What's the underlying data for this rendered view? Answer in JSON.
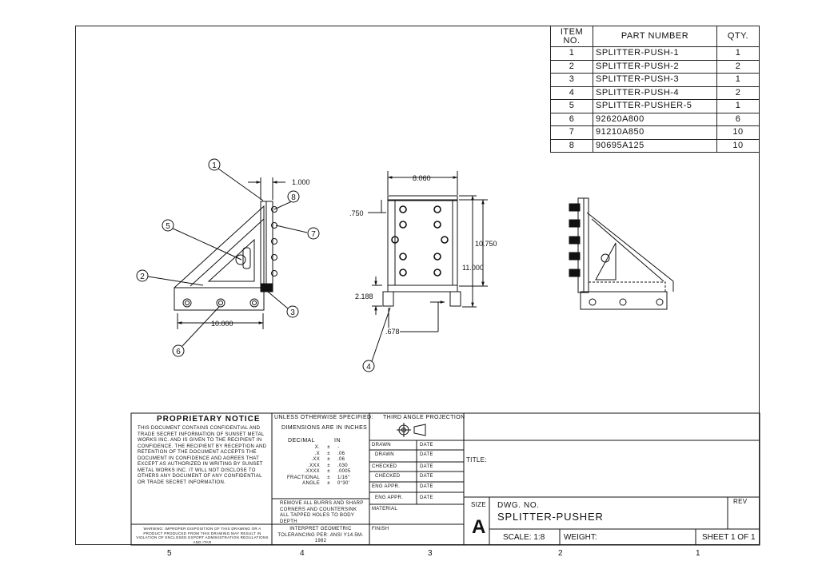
{
  "bom": {
    "headers": {
      "item": "ITEM NO.",
      "part": "PART NUMBER",
      "qty": "QTY."
    },
    "rows": [
      {
        "item": "1",
        "part": "SPLITTER-PUSH-1",
        "qty": "1"
      },
      {
        "item": "2",
        "part": "SPLITTER-PUSH-2",
        "qty": "2"
      },
      {
        "item": "3",
        "part": "SPLITTER-PUSH-3",
        "qty": "1"
      },
      {
        "item": "4",
        "part": "SPLITTER-PUSH-4",
        "qty": "2"
      },
      {
        "item": "5",
        "part": "SPLITTER-PUSHER-5",
        "qty": "1"
      },
      {
        "item": "6",
        "part": "92620A800",
        "qty": "6"
      },
      {
        "item": "7",
        "part": "91210A850",
        "qty": "10"
      },
      {
        "item": "8",
        "part": "90695A125",
        "qty": "10"
      }
    ]
  },
  "dims": {
    "d1": "1.000",
    "d2": "10.000",
    "d3": "8.060",
    "d4": ".750",
    "d5": "10.750",
    "d6": "11.000",
    "d7": "2.188",
    "d8": ".678"
  },
  "balloons": {
    "b1": "1",
    "b2": "2",
    "b3": "3",
    "b4": "4",
    "b5": "5",
    "b6": "6",
    "b7": "7",
    "b8": "8"
  },
  "zones": [
    "5",
    "4",
    "3",
    "2",
    "1"
  ],
  "title_block": {
    "notice_title": "PROPRIETARY NOTICE",
    "notice_lines": [
      "THIS DOCUMENT CONTAINS CONFIDENTIAL AND",
      "TRADE SECRET INFORMATION OF SUNSET METAL",
      "WORKS INC. AND IS GIVEN TO THE RECIPIENT IN",
      "CONFIDENCE. THE RECIPIENT BY RECEPTION AND",
      "RETENTION OF THE DOCUMENT ACCEPTS THE",
      "DOCUMENT IN CONFIDENCE AND AGREES THAT",
      "EXCEPT AS AUTHORIZED IN WRITING BY SUNSET",
      "METAL WORKS INC. IT WILL NOT DISCLOSE TO",
      "OTHERS ANY DOCUMENT OF ANY CONFIDENTIAL",
      "OR TRADE SECRET INFORMATION."
    ],
    "warning": "WARNING: IMPROPER DISPOSITION OF THIS DRAWING OR A PRODUCT PRODUCED FROM THIS DRAWING MAY RESULT IN VIOLATION OF ENCLOSED EXPORT ADMINISTRATION REGULATIONS AND ITAR",
    "unless": "UNLESS OTHERWISE SPECIFIED:",
    "dims_in": "DIMENSIONS ARE IN INCHES",
    "tol_header": {
      "decimal": "DECIMAL",
      "in": "IN"
    },
    "tolerances": [
      {
        "k": "X.",
        "pm": "±",
        "v": "-"
      },
      {
        "k": ".X",
        "pm": "±",
        "v": ".06"
      },
      {
        "k": ".XX",
        "pm": "±",
        "v": ".06"
      },
      {
        "k": ".XXX",
        "pm": "±",
        "v": ".030"
      },
      {
        "k": ".XXXX",
        "pm": "±",
        "v": ".0005"
      },
      {
        "k": "FRACTIONAL",
        "pm": "±",
        "v": "1/16\""
      },
      {
        "k": "ANGLE",
        "pm": "±",
        "v": "0°30'"
      }
    ],
    "burrs": "REMOVE ALL BURRS AND SHARP CORNERS AND COUNTERSINK ALL TAPPED HOLES TO BODY DEPTH",
    "interpret": "INTERPRET GEOMETRIC TOLERANCING PER: ANSI Y14.5M-1982",
    "projection": "THIRD ANGLE PROJECTION",
    "roles": [
      "DRAWN",
      "DRAWN",
      "CHECKED",
      "CHECKED",
      "ENG APPR.",
      "ENG APPR."
    ],
    "date_label": "DATE",
    "material": "MATERIAL",
    "finish": "FINISH",
    "title_label": "TITLE:",
    "size_label": "SIZE",
    "size_value": "A",
    "dwg_label": "DWG. NO.",
    "dwg_value": "SPLITTER-PUSHER",
    "rev_label": "REV",
    "scale": "SCALE: 1:8",
    "weight": "WEIGHT:",
    "sheet": "SHEET 1 OF 1"
  }
}
